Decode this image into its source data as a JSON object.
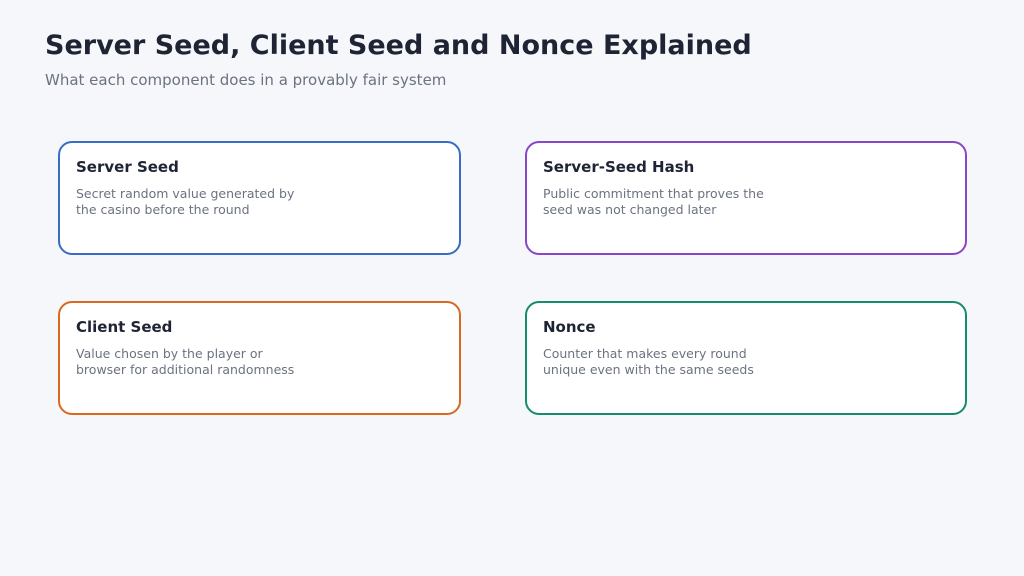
{
  "header": {
    "title": "Server Seed, Client Seed and Nonce Explained",
    "subtitle": "What each component does in a provably fair system"
  },
  "cards": [
    {
      "title": "Server Seed",
      "line1": "Secret random value generated by",
      "line2": "the casino before the round",
      "color": "#3a6cc6"
    },
    {
      "title": "Server-Seed Hash",
      "line1": "Public commitment that proves the",
      "line2": "seed was not changed later",
      "color": "#8a46c9"
    },
    {
      "title": "Client Seed",
      "line1": "Value chosen by the player or",
      "line2": "browser for additional randomness",
      "color": "#d9691f"
    },
    {
      "title": "Nonce",
      "line1": "Counter that makes every round",
      "line2": "unique even with the same seeds",
      "color": "#158c6a"
    }
  ]
}
